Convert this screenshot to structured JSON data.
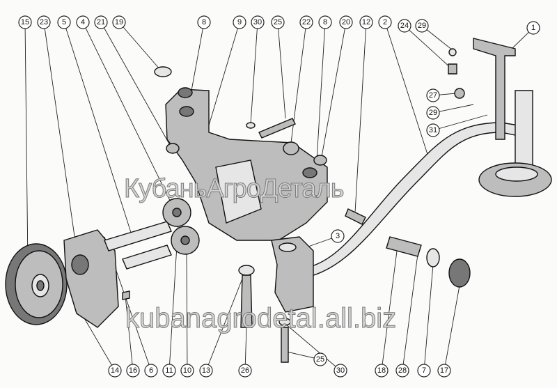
{
  "diagram": {
    "title": "Oil pump assembly exploded view",
    "callouts": [
      "15",
      "23",
      "5",
      "4",
      "21",
      "19",
      "8",
      "9",
      "30",
      "25",
      "22",
      "8",
      "20",
      "12",
      "2",
      "24",
      "29",
      "1",
      "27",
      "29",
      "31",
      "3",
      "14",
      "16",
      "6",
      "11",
      "10",
      "13",
      "26",
      "25",
      "30",
      "18",
      "28",
      "7",
      "17"
    ]
  },
  "watermarks": {
    "top": "КубаньАгроДеталь",
    "bottom": "kubanagrodetal.all.biz"
  }
}
